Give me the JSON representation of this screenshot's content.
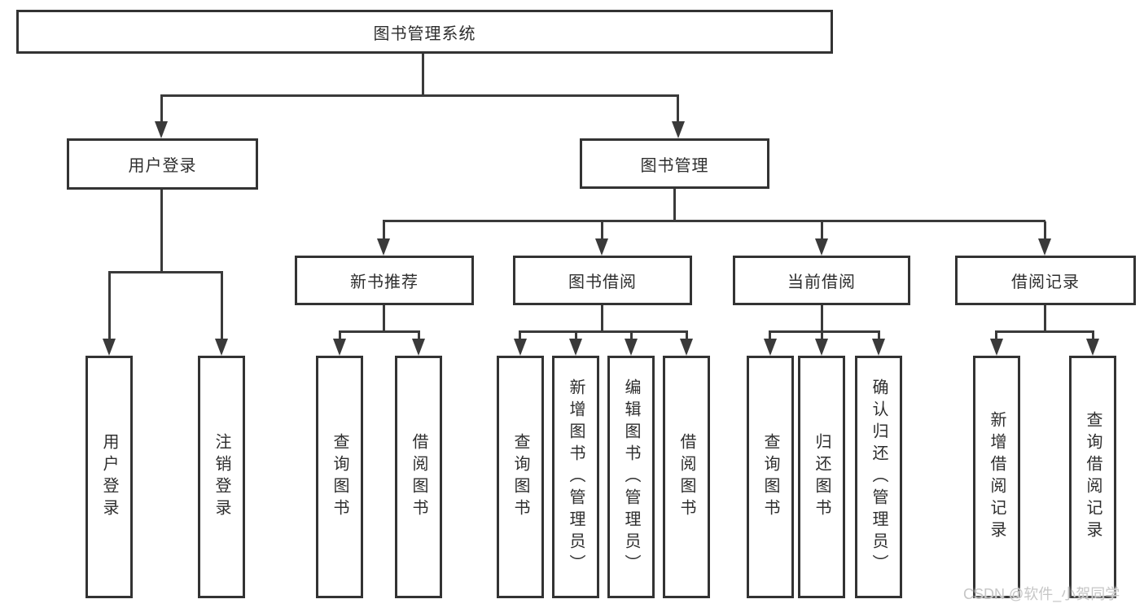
{
  "diagram": {
    "root": {
      "label": "图书管理系统"
    },
    "level2": {
      "user_login": "用户登录",
      "book_management": "图书管理"
    },
    "level3": {
      "new_book_recommendation": "新书推荐",
      "book_borrowing": "图书借阅",
      "current_borrowing": "当前借阅",
      "borrowing_records": "借阅记录"
    },
    "leaves": {
      "user_login": [
        "用户登录",
        "注销登录"
      ],
      "new_book_recommendation": [
        "查询图书",
        "借阅图书"
      ],
      "book_borrowing": [
        "查询图书",
        "新增图书（管理员）",
        "编辑图书（管理员）",
        "借阅图书"
      ],
      "current_borrowing": [
        "查询图书",
        "归还图书",
        "确认归还（管理员）"
      ],
      "borrowing_records": [
        "新增借阅记录",
        "查询借阅记录"
      ]
    }
  },
  "watermark": "CSDN @软件_小贺同学",
  "colors": {
    "line": "#3a3a3a",
    "box_border": "#333333",
    "text": "#2e2e2e",
    "watermark": "#c6c6c6",
    "background": "#ffffff"
  }
}
